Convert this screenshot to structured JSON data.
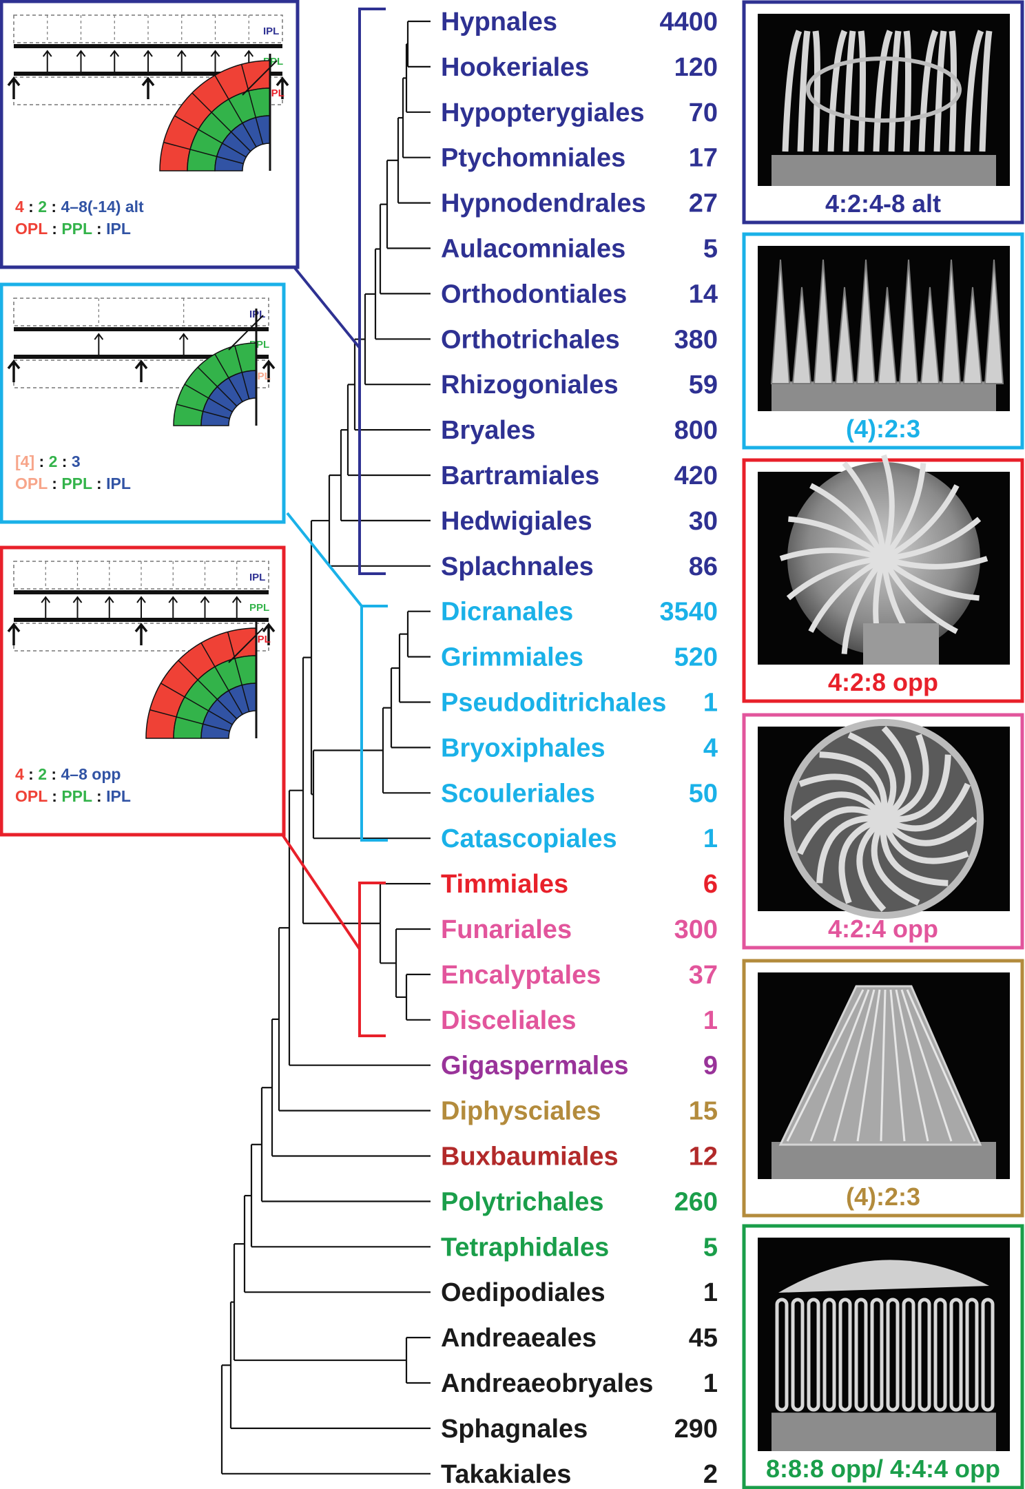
{
  "colors": {
    "dark_blue": "#2e3192",
    "light_blue": "#1ab1e8",
    "red": "#e8202a",
    "pink": "#e2559c",
    "purple": "#993399",
    "tan": "#b38b3c",
    "dark_red": "#b22a2a",
    "green": "#1a9e4a",
    "black": "#1a1a1a",
    "insert_red": "#ef4136",
    "insert_green": "#33b34a",
    "insert_blue": "#3153a4",
    "peach": "#f7a58a"
  },
  "taxa": [
    {
      "name": "Hypnales",
      "count": "4400",
      "color": "dark_blue"
    },
    {
      "name": "Hookeriales",
      "count": "120",
      "color": "dark_blue"
    },
    {
      "name": "Hypopterygiales",
      "count": "70",
      "color": "dark_blue"
    },
    {
      "name": "Ptychomniales",
      "count": "17",
      "color": "dark_blue"
    },
    {
      "name": "Hypnodendrales",
      "count": "27",
      "color": "dark_blue"
    },
    {
      "name": "Aulacomniales",
      "count": "5",
      "color": "dark_blue"
    },
    {
      "name": "Orthodontiales",
      "count": "14",
      "color": "dark_blue"
    },
    {
      "name": "Orthotrichales",
      "count": "380",
      "color": "dark_blue"
    },
    {
      "name": "Rhizogoniales",
      "count": "59",
      "color": "dark_blue"
    },
    {
      "name": "Bryales",
      "count": "800",
      "color": "dark_blue"
    },
    {
      "name": "Bartramiales",
      "count": "420",
      "color": "dark_blue"
    },
    {
      "name": "Hedwigiales",
      "count": "30",
      "color": "dark_blue"
    },
    {
      "name": "Splachnales",
      "count": "86",
      "color": "dark_blue"
    },
    {
      "name": "Dicranales",
      "count": "3540",
      "color": "light_blue"
    },
    {
      "name": "Grimmiales",
      "count": "520",
      "color": "light_blue"
    },
    {
      "name": "Pseudoditrichales",
      "count": "1",
      "color": "light_blue"
    },
    {
      "name": "Bryoxiphales",
      "count": "4",
      "color": "light_blue"
    },
    {
      "name": "Scouleriales",
      "count": "50",
      "color": "light_blue"
    },
    {
      "name": "Catascopiales",
      "count": "1",
      "color": "light_blue"
    },
    {
      "name": "Timmiales",
      "count": "6",
      "color": "red"
    },
    {
      "name": "Funariales",
      "count": "300",
      "color": "pink"
    },
    {
      "name": "Encalyptales",
      "count": "37",
      "color": "pink"
    },
    {
      "name": "Disceliales",
      "count": "1",
      "color": "pink"
    },
    {
      "name": "Gigaspermales",
      "count": "9",
      "color": "purple"
    },
    {
      "name": "Diphysciales",
      "count": "15",
      "color": "tan"
    },
    {
      "name": "Buxbaumiales",
      "count": "12",
      "color": "dark_red"
    },
    {
      "name": "Polytrichales",
      "count": "260",
      "color": "green"
    },
    {
      "name": "Tetraphidales",
      "count": "5",
      "color": "green"
    },
    {
      "name": "Oedipodiales",
      "count": "1",
      "color": "black"
    },
    {
      "name": "Andreaeales",
      "count": "45",
      "color": "black"
    },
    {
      "name": "Andreaeobryales",
      "count": "1",
      "color": "black"
    },
    {
      "name": "Sphagnales",
      "count": "290",
      "color": "black"
    },
    {
      "name": "Takakiales",
      "count": "2",
      "color": "black"
    }
  ],
  "photo_panels": [
    {
      "caption": "4:2:4-8 alt",
      "border": "dark_blue"
    },
    {
      "caption": "(4):2:3",
      "border": "light_blue"
    },
    {
      "caption": "4:2:8 opp",
      "border": "red"
    },
    {
      "caption": "4:2:4 opp",
      "border": "pink"
    },
    {
      "caption": "(4):2:3",
      "border": "tan"
    },
    {
      "caption": "8:8:8 opp/ 4:4:4   opp",
      "border": "green"
    }
  ],
  "insets": [
    {
      "border": "dark_blue",
      "layer_labels": {
        "ipl": "IPL",
        "ppl": "PPL",
        "opl": "OPL"
      },
      "formula": [
        "4",
        " : ",
        "2",
        " : ",
        "4–8(-14) alt"
      ],
      "legend": [
        "OPL",
        " : ",
        "PPL",
        " : ",
        "IPL"
      ]
    },
    {
      "border": "light_blue",
      "layer_labels": {
        "ipl": "IPL",
        "ppl": "PPL",
        "opl": "OPL"
      },
      "formula": [
        "[4]",
        " : ",
        "2",
        " : ",
        "3"
      ],
      "legend": [
        "OPL",
        " : ",
        "PPL",
        " : ",
        "IPL"
      ]
    },
    {
      "border": "red",
      "layer_labels": {
        "ipl": "IPL",
        "ppl": "PPL",
        "opl": "OPL"
      },
      "formula": [
        "4",
        " : ",
        "2",
        " : ",
        "4–8 opp"
      ],
      "legend": [
        "OPL",
        " : ",
        "PPL",
        " : ",
        "IPL"
      ]
    }
  ]
}
